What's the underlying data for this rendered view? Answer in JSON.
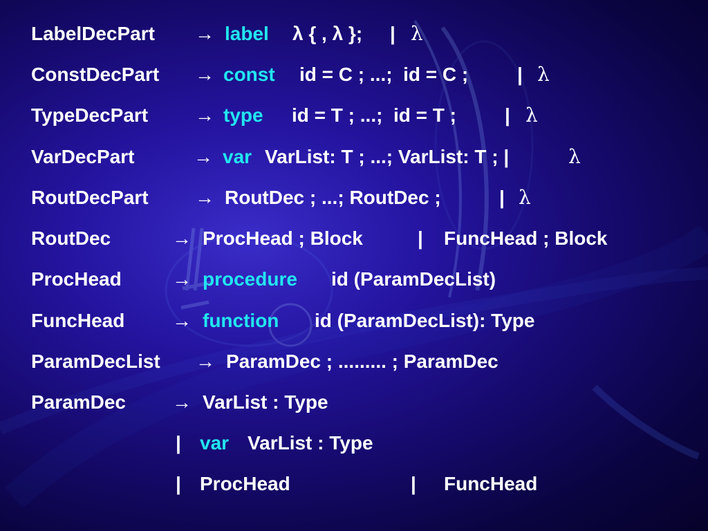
{
  "slide": {
    "rules": [
      {
        "lhs": "LabelDecPart",
        "arrow": "→",
        "keyword": "label",
        "rest_a": "λ { , λ };",
        "bar": "|",
        "lambda": "λ"
      },
      {
        "lhs": "ConstDecPart",
        "arrow": "→",
        "keyword": "const",
        "rest_a": "id = C ; ...;  id = C ;",
        "bar": "|",
        "lambda": "λ"
      },
      {
        "lhs": "TypeDecPart",
        "arrow": "→",
        "keyword": "type",
        "rest_a": "id = T ; ...;  id = T ;",
        "bar": "|",
        "lambda": "λ"
      },
      {
        "lhs": "VarDecPart",
        "arrow": "→",
        "keyword": "var",
        "rest_a": "VarList: T ; ...; VarList: T ; |",
        "lambda": "λ"
      },
      {
        "lhs": "RoutDecPart",
        "arrow": "→",
        "rest_a": "RoutDec ; ...; RoutDec ;",
        "bar": "|",
        "lambda": "λ"
      },
      {
        "lhs": "RoutDec",
        "arrow": "→",
        "rest_a": "ProcHead ; Block",
        "bar": "|",
        "rest_b": "FuncHead ; Block"
      },
      {
        "lhs": "ProcHead",
        "arrow": "→",
        "keyword": "procedure",
        "rest_a": "id (ParamDecList)"
      },
      {
        "lhs": "FuncHead",
        "arrow": "→",
        "keyword": "function",
        "rest_a": "id (ParamDecList): Type"
      },
      {
        "lhs": "ParamDecList",
        "arrow": "→",
        "rest_a": "ParamDec ; ......... ; ParamDec"
      },
      {
        "lhs": "ParamDec",
        "arrow": "→",
        "rest_a": "VarList : Type"
      },
      {
        "bar": "|",
        "keyword": "var",
        "rest_a": "VarList : Type"
      },
      {
        "bar": "|",
        "rest_a": "ProcHead",
        "bar2": "|",
        "rest_b": "FuncHead"
      }
    ]
  },
  "colors": {
    "keyword": "#22e6f0",
    "text": "#ffffff",
    "background": "#1a0c80"
  }
}
